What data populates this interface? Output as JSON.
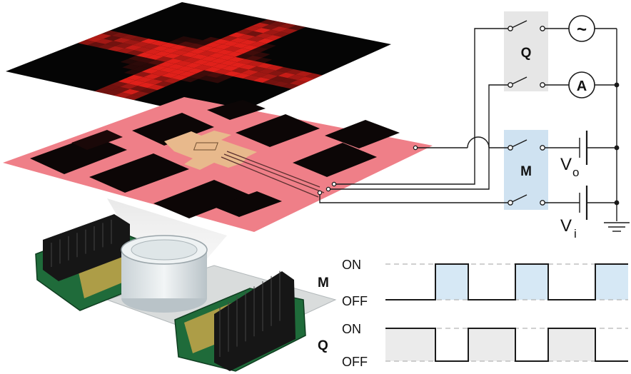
{
  "switch_boxes": {
    "q": {
      "label": "Q",
      "color": "#e6e6e6"
    },
    "m": {
      "label": "M",
      "color": "#cfe2f1"
    }
  },
  "circuit": {
    "ac_source_symbol": "~",
    "ammeter_symbol": "A",
    "vo": {
      "main": "V",
      "sub": "o"
    },
    "vi": {
      "main": "V",
      "sub": "i"
    }
  },
  "timing": {
    "m_label": "M",
    "q_label": "Q",
    "on_label": "ON",
    "off_label": "OFF",
    "m_color": "#d6e8f5",
    "q_color": "#ebebeb"
  },
  "colors": {
    "heatmap_bg": "#050505",
    "heatmap_red": "#e0201a",
    "chip_pink": "#ef7f88",
    "chip_gold": "#e8b98c",
    "pcb_green": "#1f6b3a"
  }
}
